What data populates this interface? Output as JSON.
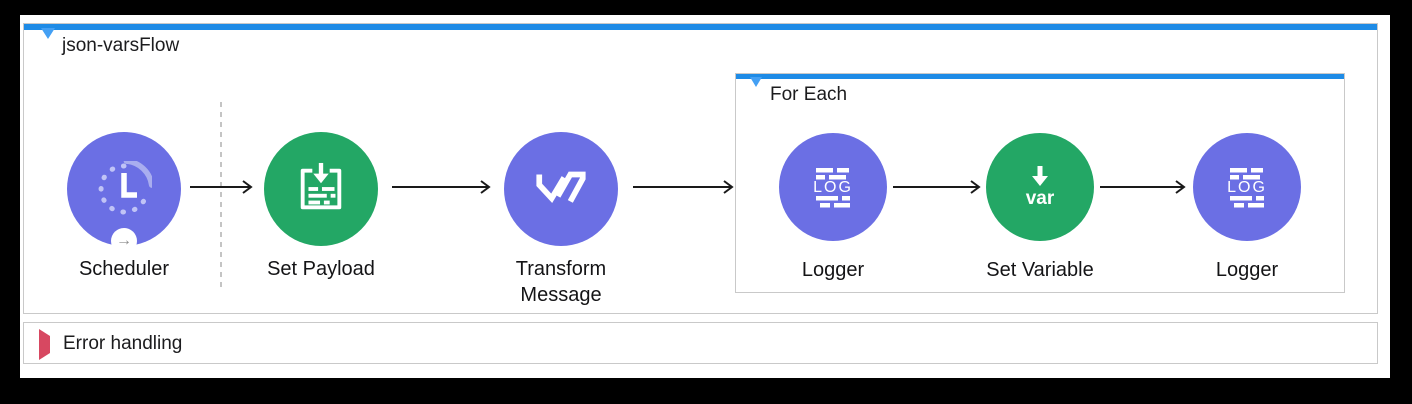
{
  "flow": {
    "title": "json-varsFlow",
    "components": [
      {
        "id": "scheduler",
        "label": "Scheduler",
        "icon": "clock-schedule-icon",
        "color": "#6B6FE4",
        "badge_arrow": "→"
      },
      {
        "id": "set-payload",
        "label": "Set Payload",
        "icon": "payload-document-icon",
        "color": "#23A765"
      },
      {
        "id": "transform-message",
        "label": "Transform Message",
        "icon": "dataweave-icon",
        "color": "#6B6FE4"
      }
    ],
    "scope": {
      "title": "For Each",
      "components": [
        {
          "id": "logger-1",
          "label": "Logger",
          "icon": "logger-icon",
          "icon_text": "LOG",
          "color": "#6B6FE4"
        },
        {
          "id": "set-variable",
          "label": "Set Variable",
          "icon": "set-variable-icon",
          "icon_text": "var",
          "color": "#23A765"
        },
        {
          "id": "logger-2",
          "label": "Logger",
          "icon": "logger-icon",
          "icon_text": "LOG",
          "color": "#6B6FE4"
        }
      ]
    }
  },
  "error_handling": {
    "title": "Error handling"
  },
  "colors": {
    "background_black": "#000000",
    "canvas_white": "#FFFFFF",
    "topbar_blue": "#1E8BE6",
    "collapse_triangle_blue": "#44A0F4",
    "error_triangle_red": "#D74861",
    "node_purple": "#6B6FE4",
    "node_green": "#23A765",
    "border_gray": "#C9C9C9",
    "arrow_black": "#1A1A1A"
  }
}
